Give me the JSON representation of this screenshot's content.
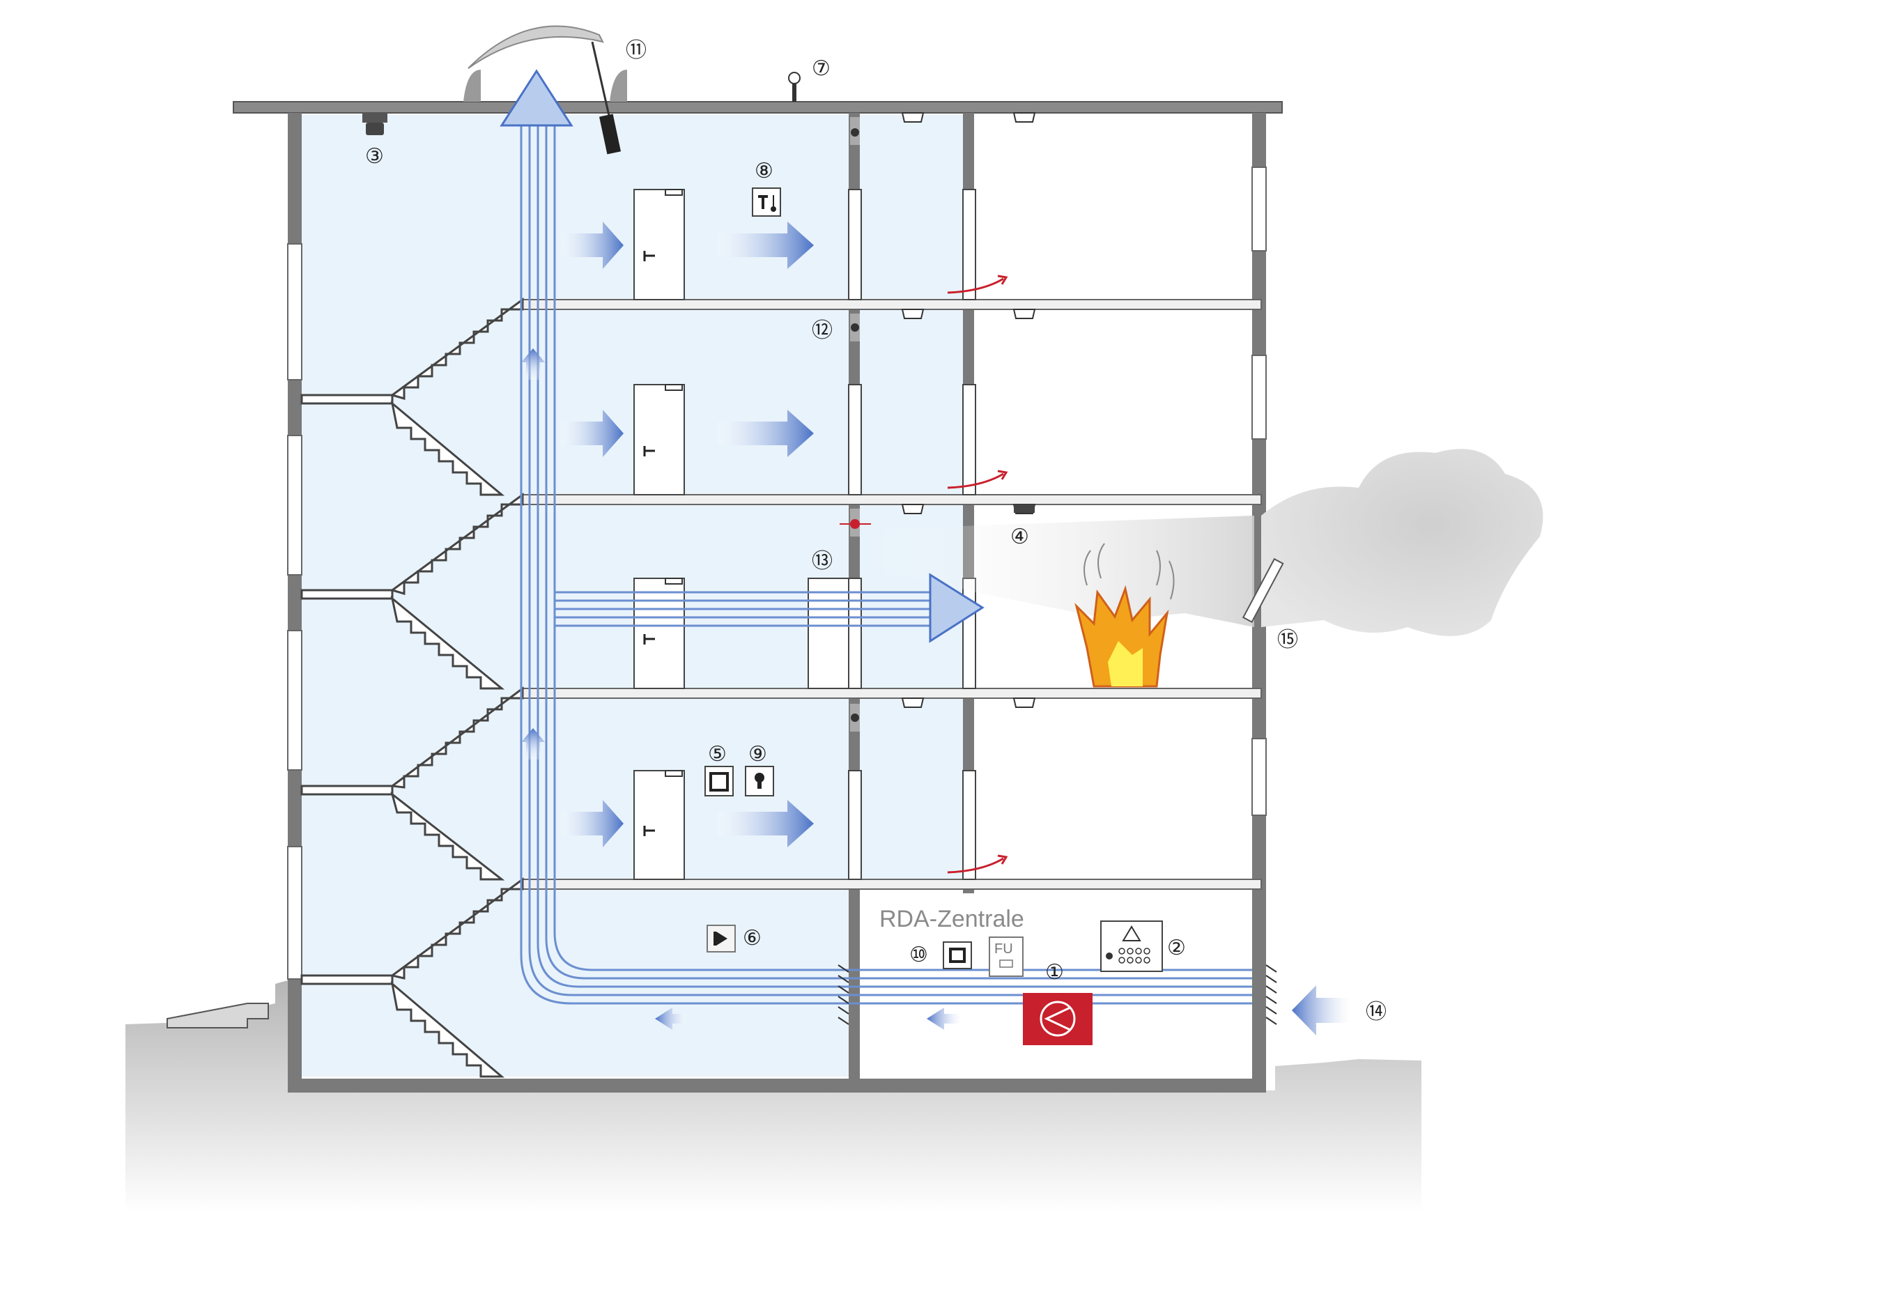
{
  "panel_label": "RDA-Zentrale",
  "fu_label": "FU",
  "markers": [
    {
      "id": "1",
      "glyph": "①"
    },
    {
      "id": "2",
      "glyph": "②"
    },
    {
      "id": "3",
      "glyph": "③"
    },
    {
      "id": "4",
      "glyph": "④"
    },
    {
      "id": "5",
      "glyph": "⑤"
    },
    {
      "id": "6",
      "glyph": "⑥"
    },
    {
      "id": "7",
      "glyph": "⑦"
    },
    {
      "id": "8",
      "glyph": "⑧"
    },
    {
      "id": "9",
      "glyph": "⑨"
    },
    {
      "id": "10",
      "glyph": "⑩"
    },
    {
      "id": "11",
      "glyph": "⑪"
    },
    {
      "id": "12",
      "glyph": "⑫"
    },
    {
      "id": "13",
      "glyph": "⑬"
    },
    {
      "id": "14",
      "glyph": "⑭"
    },
    {
      "id": "15",
      "glyph": "⑮"
    }
  ],
  "colors": {
    "stairwell_fill": "#e9f3fb",
    "air_duct": "#6b8fd0",
    "arrow_blue": "#4a72c6",
    "fan_red": "#c8202c",
    "wall": "#7a7a7a",
    "fire_orange": "#f2a31b"
  }
}
